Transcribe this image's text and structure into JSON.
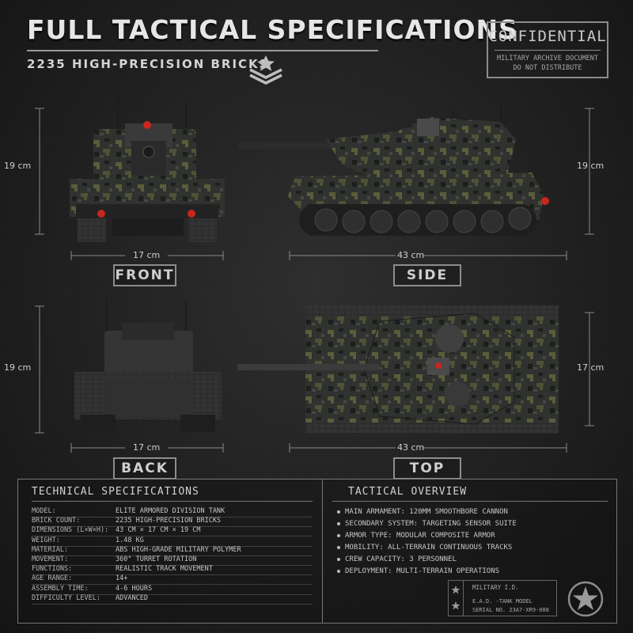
{
  "header": {
    "title": "FULL TACTICAL SPECIFICATIONS",
    "subtitle": "2235 HIGH-PRECISION BRICKS",
    "icon": "sergeant-rank-chevron-icon"
  },
  "stamp": {
    "title": "CONFIDENTIAL",
    "line1": "MILITARY ARCHIVE DOCUMENT",
    "line2": "DO NOT DISTRIBUTE"
  },
  "views": {
    "front": {
      "label": "FRONT",
      "height": "19 cm",
      "width": "17 cm"
    },
    "side": {
      "label": "SIDE",
      "height": "19 cm",
      "length": "43 cm"
    },
    "back": {
      "label": "BACK",
      "height": "19 cm",
      "width": "17 cm"
    },
    "top": {
      "label": "TOP",
      "width": "17 cm",
      "length": "43 cm"
    }
  },
  "technical": {
    "title": "TECHNICAL SPECIFICATIONS",
    "rows": [
      {
        "key": "MODEL:",
        "value": "ELITE ARMORED DIVISION TANK"
      },
      {
        "key": "BRICK COUNT:",
        "value": "2235 HIGH-PRECISION BRICKS"
      },
      {
        "key": "DIMENSIONS (L×W×H):",
        "value": "43 CM × 17 CM × 19 CM"
      },
      {
        "key": "WEIGHT:",
        "value": "1.48 KG"
      },
      {
        "key": "MATERIAL:",
        "value": "ABS HIGH-GRADE MILITARY POLYMER"
      },
      {
        "key": "MOVEMENT:",
        "value": "360° TURRET ROTATION"
      },
      {
        "key": "FUNCTIONS:",
        "value": "REALISTIC TRACK MOVEMENT"
      },
      {
        "key": "AGE RANGE:",
        "value": "14+"
      },
      {
        "key": "ASSEMBLY TIME:",
        "value": "4-6 HOURS"
      },
      {
        "key": "DIFFICULTY LEVEL:",
        "value": "ADVANCED"
      }
    ]
  },
  "tactical": {
    "title": "TACTICAL OVERVIEW",
    "items": [
      "MAIN ARMAMENT: 120MM SMOOTHBORE CANNON",
      "SECONDARY SYSTEM: TARGETING SENSOR SUITE",
      "ARMOR TYPE: MODULAR COMPOSITE ARMOR",
      "MOBILITY: ALL-TERRAIN CONTINUOUS TRACKS",
      "CREW CAPACITY: 3 PERSONNEL",
      "DEPLOYMENT: MULTI-TERRAIN OPERATIONS"
    ]
  },
  "id_card": {
    "title": "MILITARY I.D.",
    "line1": "E.A.D. -TANK MODEL",
    "line2": "SERIAL NO. 23A7-XR9-088"
  },
  "colors": {
    "background": "#1f1f1f",
    "text": "#cfcfcf",
    "camo_dark": "#2b2e2a",
    "camo_olive": "#5b5c3a",
    "camo_grey": "#3c3f3c",
    "light_red": "#c8261e"
  }
}
